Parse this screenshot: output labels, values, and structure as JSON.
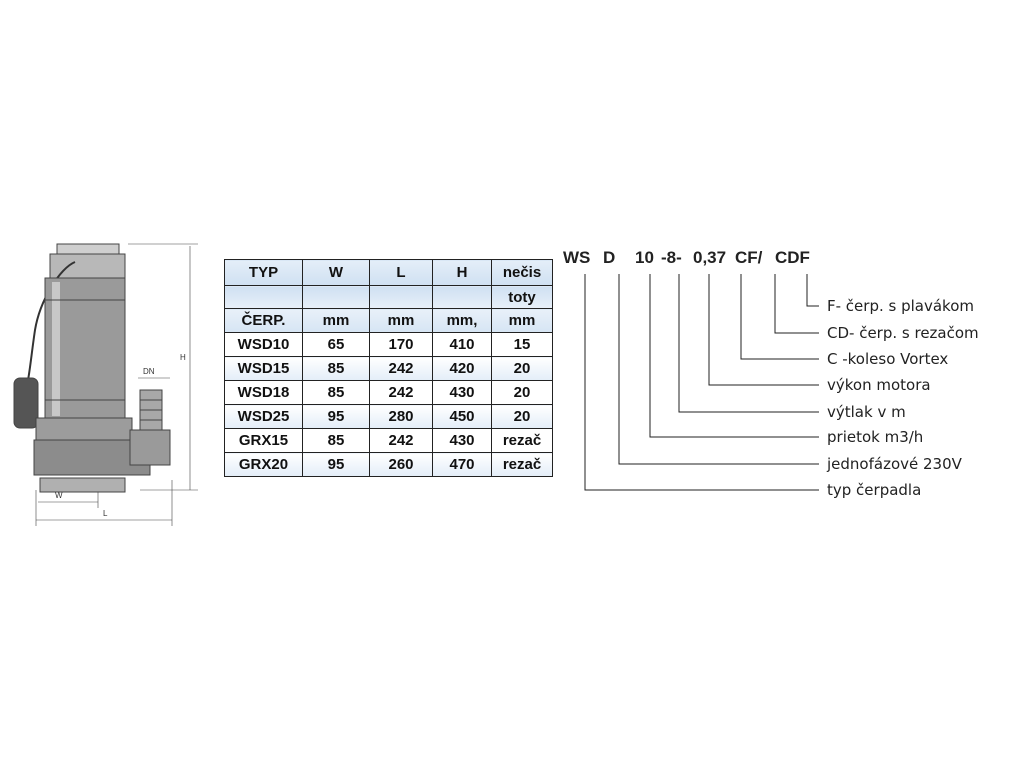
{
  "drawing": {
    "dim_h": "H",
    "dim_dn": "DN",
    "dim_w": "W",
    "dim_l": "L"
  },
  "table": {
    "header_top": [
      "TYP",
      "W",
      "L",
      "H",
      "nečis"
    ],
    "header_mid": [
      "",
      "",
      "",
      "",
      "toty"
    ],
    "header_bottom": [
      "ČERP.",
      "mm",
      "mm",
      "mm,",
      "mm"
    ],
    "rows": [
      [
        "WSD10",
        "65",
        "170",
        "410",
        "15"
      ],
      [
        "WSD15",
        "85",
        "242",
        "420",
        "20"
      ],
      [
        "WSD18",
        "85",
        "242",
        "430",
        "20"
      ],
      [
        "WSD25",
        "95",
        "280",
        "450",
        "20"
      ],
      [
        "GRX15",
        "85",
        "242",
        "430",
        "rezač"
      ],
      [
        "GRX20",
        "95",
        "260",
        "470",
        "rezač"
      ]
    ]
  },
  "code": {
    "segments": [
      "WS",
      "D",
      "10",
      "-8-",
      "0,37",
      "CF/",
      "CDF"
    ],
    "legend": [
      "F- čerp. s plavákom",
      "CD- čerp. s rezačom",
      "C -koleso Vortex",
      "výkon motora",
      "výtlak v m",
      "prietok m3/h",
      "jednofázové 230V",
      "typ čerpadla"
    ]
  }
}
